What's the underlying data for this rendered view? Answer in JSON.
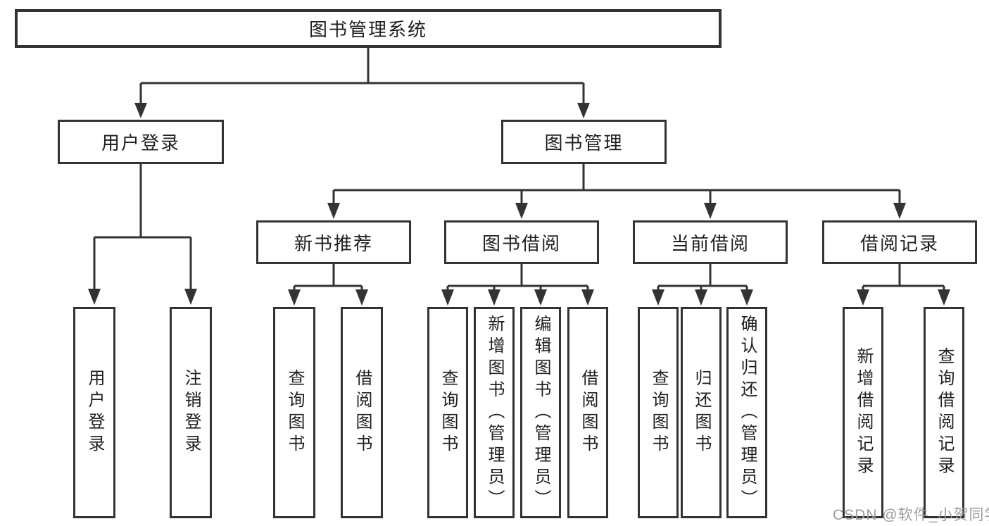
{
  "tree": {
    "root": {
      "label": "图书管理系统"
    },
    "children": [
      {
        "label": "用户登录",
        "children": [
          {
            "label": "用户登录"
          },
          {
            "label": "注销登录"
          }
        ]
      },
      {
        "label": "图书管理",
        "children": [
          {
            "label": "新书推荐",
            "children": [
              {
                "label": "查询图书"
              },
              {
                "label": "借阅图书"
              }
            ]
          },
          {
            "label": "图书借阅",
            "children": [
              {
                "label": "查询图书"
              },
              {
                "label": "新增图书（管理员）"
              },
              {
                "label": "编辑图书（管理员）"
              },
              {
                "label": "借阅图书"
              }
            ]
          },
          {
            "label": "当前借阅",
            "children": [
              {
                "label": "查询图书"
              },
              {
                "label": "归还图书"
              },
              {
                "label": "确认归还（管理员）"
              }
            ]
          },
          {
            "label": "借阅记录",
            "children": [
              {
                "label": "新增借阅记录"
              },
              {
                "label": "查询借阅记录"
              }
            ]
          }
        ]
      }
    ]
  },
  "watermark": {
    "text": "CSDN @软件_小贺同学"
  },
  "colors": {
    "box_border": "#333333",
    "box_fill": "#ffffff",
    "text": "#1f1f1f",
    "connector": "#333333",
    "watermark": "#9d9d9d",
    "background": "#ffffff"
  }
}
